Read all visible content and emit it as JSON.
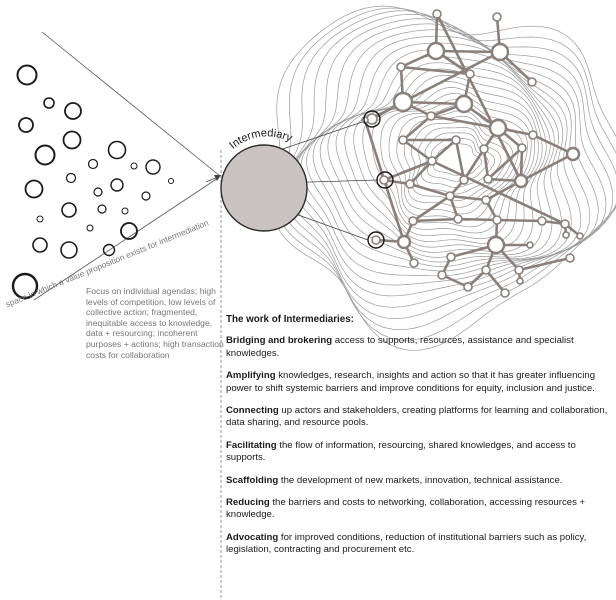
{
  "left_panel": {
    "axis_label": "space in which a value proposition exists for intermediation",
    "focus_text": "Focus on individual agendas; high levels of competition, low levels of collective action; fragmented, inequitable access to knowledge, data + resourcing; incoherent purposes + actions; high transaction costs for collaboration"
  },
  "intermediary": {
    "label": "Intermediary"
  },
  "work": {
    "title": "The work of Intermediaries:",
    "items": [
      {
        "term": "Bridging and brokering",
        "text": " access to supports, resources, assistance and specialist knowledges."
      },
      {
        "term": "Amplifying",
        "text": " knowledges, research, insights and action so that it has greater influencing power to shift systemic barriers and improve conditions for equity, inclusion and justice."
      },
      {
        "term": "Connecting",
        "text": " up actors and stakeholders, creating platforms for learning and collaboration, data sharing, and resource pools."
      },
      {
        "term": "Facilitating",
        "text": " the flow of information, resourcing, shared knowledges, and access to supports."
      },
      {
        "term": "Scaffolding",
        "text": " the development of new markets, innovation, technical assistance."
      },
      {
        "term": "Reducing",
        "text": " the barriers and costs to networking, collaboration, accessing resources + knowledge."
      },
      {
        "term": "Advocating",
        "text": " for improved conditions, reduction of institutional barriers such as policy, legislation, contracting and procurement etc."
      }
    ]
  },
  "colors": {
    "network": "#8a7f7a",
    "intermediary_fill": "#cbc3c1",
    "rings": "#9a9a9a",
    "circles": "#1a1a1a"
  }
}
